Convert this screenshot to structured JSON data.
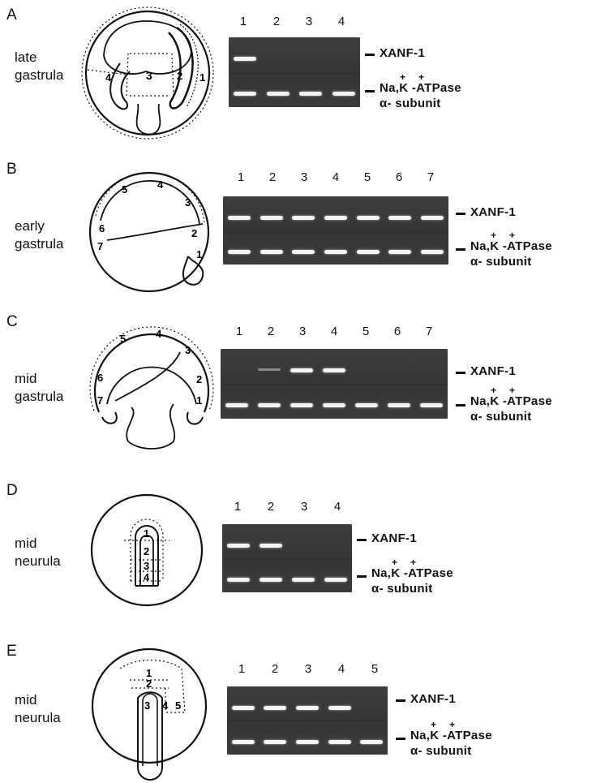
{
  "panels": [
    {
      "letter": "A",
      "stage_line1": "late",
      "stage_line2": "gastrula",
      "lanes": [
        "1",
        "2",
        "3",
        "4"
      ],
      "regions": [
        "1",
        "2",
        "3",
        "4"
      ],
      "xanf_intensity": [
        1,
        0,
        0,
        0
      ],
      "atp_intensity": [
        1,
        1,
        1,
        1
      ]
    },
    {
      "letter": "B",
      "stage_line1": "early",
      "stage_line2": "gastrula",
      "lanes": [
        "1",
        "2",
        "3",
        "4",
        "5",
        "6",
        "7"
      ],
      "regions": [
        "1",
        "2",
        "3",
        "4",
        "5",
        "6",
        "7"
      ],
      "xanf_intensity": [
        1,
        1,
        1,
        1,
        1,
        1,
        1
      ],
      "atp_intensity": [
        1,
        1,
        1,
        1,
        1,
        1,
        1
      ]
    },
    {
      "letter": "C",
      "stage_line1": "mid",
      "stage_line2": "gastrula",
      "lanes": [
        "1",
        "2",
        "3",
        "4",
        "5",
        "6",
        "7"
      ],
      "regions": [
        "1",
        "2",
        "3",
        "4",
        "5",
        "6",
        "7"
      ],
      "xanf_intensity": [
        0,
        0.3,
        1,
        1,
        0,
        0,
        0
      ],
      "atp_intensity": [
        1,
        1,
        1,
        1,
        1,
        1,
        1
      ]
    },
    {
      "letter": "D",
      "stage_line1": "mid",
      "stage_line2": "neurula",
      "lanes": [
        "1",
        "2",
        "3",
        "4"
      ],
      "regions": [
        "1",
        "2",
        "3",
        "4"
      ],
      "xanf_intensity": [
        1,
        1,
        0,
        0
      ],
      "atp_intensity": [
        1,
        1,
        1,
        1
      ]
    },
    {
      "letter": "E",
      "stage_line1": "mid",
      "stage_line2": "neurula",
      "lanes": [
        "1",
        "2",
        "3",
        "4",
        "5"
      ],
      "regions": [
        "1",
        "2",
        "3",
        "4",
        "5"
      ],
      "xanf_intensity": [
        1,
        1,
        1,
        1,
        0
      ],
      "atp_intensity": [
        1,
        1,
        1,
        1,
        1
      ]
    }
  ],
  "labels": {
    "xanf": "XANF-1",
    "atpase_main": "Na,K -ATPase",
    "plus": "+",
    "atpase_sub": "α- subunit"
  }
}
